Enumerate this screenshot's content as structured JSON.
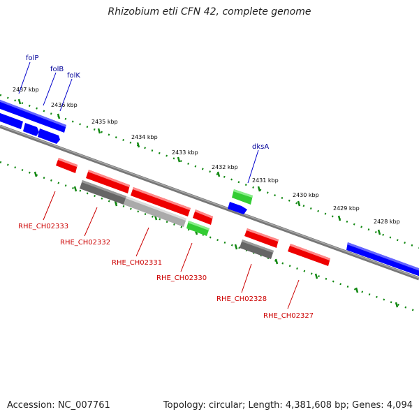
{
  "title": "Rhizobium etli CFN 42, complete genome",
  "footer": {
    "accession": "Accession: NC_007761",
    "summary": "Topology: circular; Length: 4,381,608 bp; Genes: 4,094"
  },
  "ticks": [
    "2437 kbp",
    "2436 kbp",
    "2435 kbp",
    "2434 kbp",
    "2433 kbp",
    "2432 kbp",
    "2431 kbp",
    "2430 kbp",
    "2429 kbp",
    "2428 kbp"
  ],
  "gene_labels_top": [
    "folP",
    "folB",
    "folK",
    "dksA"
  ],
  "gene_labels_bottom": [
    "RHE_CH02333",
    "RHE_CH02332",
    "RHE_CH02331",
    "RHE_CH02330",
    "RHE_CH02328",
    "RHE_CH02327"
  ],
  "colors": {
    "forward_gene": "#0000ff",
    "reverse_gene": "#ff0000",
    "rna_gene": "#33cc33",
    "pseudo_gene": "#666666",
    "backbone": "#888888",
    "tick": "#118811",
    "top_label": "#000099",
    "bottom_label": "#cc0000"
  }
}
